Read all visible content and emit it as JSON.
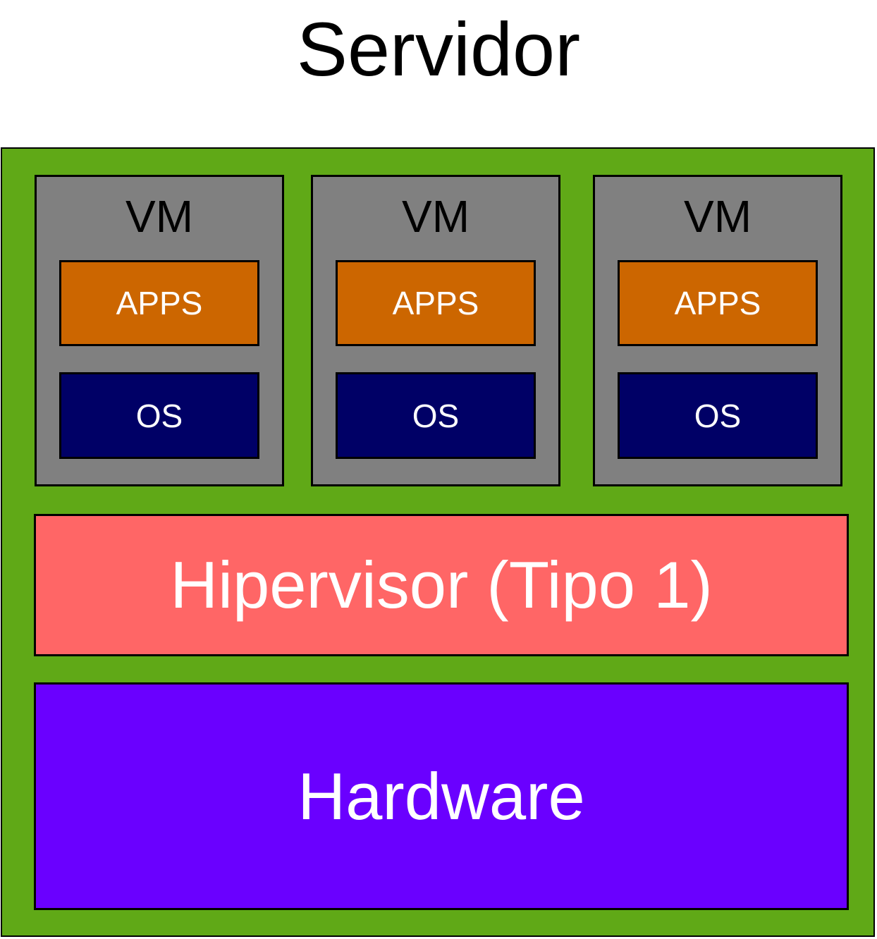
{
  "title": "Servidor",
  "colors": {
    "server": "#60A917",
    "vm": "#808080",
    "apps": "#CC6600",
    "os": "#000066",
    "hypervisor": "#FF6666",
    "hardware": "#6A00FF"
  },
  "vms": [
    {
      "label": "VM",
      "apps": "APPS",
      "os": "OS"
    },
    {
      "label": "VM",
      "apps": "APPS",
      "os": "OS"
    },
    {
      "label": "VM",
      "apps": "APPS",
      "os": "OS"
    }
  ],
  "hypervisor": "Hipervisor (Tipo 1)",
  "hardware": "Hardware"
}
